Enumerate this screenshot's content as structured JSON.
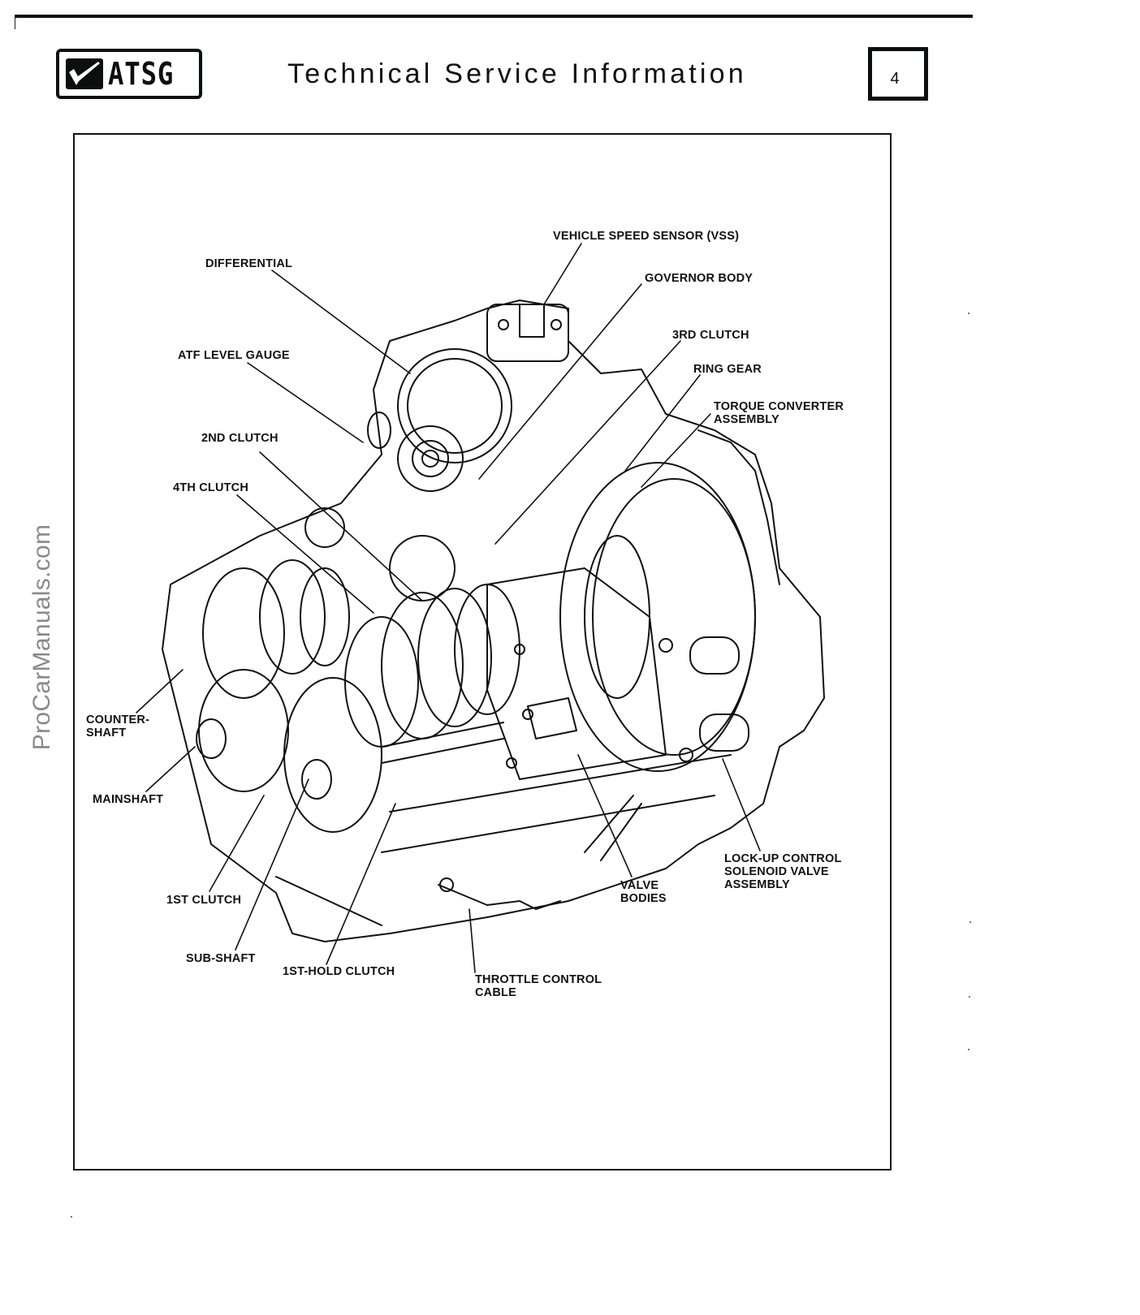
{
  "header": {
    "logo_text": "ATSG",
    "title": "Technical Service Information",
    "page_number": "4"
  },
  "watermark": "ProCarManuals.com",
  "figure": {
    "subject": "automatic transaxle cutaway",
    "labels": {
      "vss": "VEHICLE SPEED SENSOR (VSS)",
      "differential": "DIFFERENTIAL",
      "governor_body": "GOVERNOR BODY",
      "third_clutch": "3RD CLUTCH",
      "atf_level_gauge": "ATF LEVEL GAUGE",
      "ring_gear": "RING GEAR",
      "torque_converter": "TORQUE CONVERTER\nASSEMBLY",
      "second_clutch": "2ND CLUTCH",
      "fourth_clutch": "4TH CLUTCH",
      "countershaft": "COUNTER-\nSHAFT",
      "mainshaft": "MAINSHAFT",
      "first_clutch": "1ST CLUTCH",
      "sub_shaft": "SUB-SHAFT",
      "first_hold_clutch": "1ST-HOLD CLUTCH",
      "throttle_control_cable": "THROTTLE CONTROL\nCABLE",
      "valve_bodies": "VALVE\nBODIES",
      "lockup_solenoid": "LOCK-UP CONTROL\nSOLENOID VALVE\nASSEMBLY"
    }
  }
}
